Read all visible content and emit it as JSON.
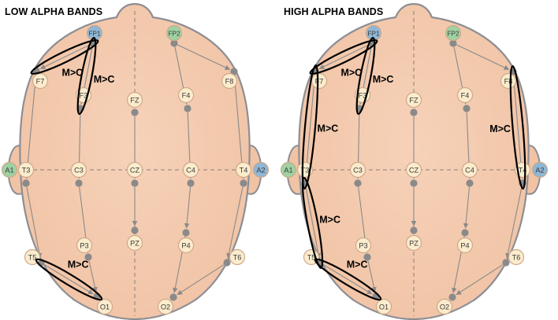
{
  "panels": [
    {
      "title": "LOW ALPHA BANDS",
      "annotations": [
        {
          "label": "M>C",
          "from": "FP1",
          "to": "F7"
        },
        {
          "label": "M>C",
          "from": "FP1",
          "to": "F3"
        },
        {
          "label": "M>C",
          "from": "T5",
          "to": "O1"
        }
      ]
    },
    {
      "title": "HIGH ALPHA BANDS",
      "annotations": [
        {
          "label": "M>C",
          "from": "FP1",
          "to": "F7"
        },
        {
          "label": "M>C",
          "from": "FP1",
          "to": "F3"
        },
        {
          "label": "M>C",
          "from": "F7",
          "to": "T3"
        },
        {
          "label": "M>C",
          "from": "T3",
          "to": "T5"
        },
        {
          "label": "M>C",
          "from": "T5",
          "to": "O1"
        },
        {
          "label": "M>C",
          "from": "F8",
          "to": "T4"
        }
      ]
    }
  ],
  "electrodes": [
    {
      "label": "FP1",
      "kind": "blue"
    },
    {
      "label": "FP2",
      "kind": "green"
    },
    {
      "label": "F7",
      "kind": "plain"
    },
    {
      "label": "F3",
      "kind": "plain"
    },
    {
      "label": "FZ",
      "kind": "plain"
    },
    {
      "label": "F4",
      "kind": "plain"
    },
    {
      "label": "F8",
      "kind": "plain"
    },
    {
      "label": "A1",
      "kind": "green"
    },
    {
      "label": "T3",
      "kind": "plain"
    },
    {
      "label": "C3",
      "kind": "plain"
    },
    {
      "label": "CZ",
      "kind": "plain"
    },
    {
      "label": "C4",
      "kind": "plain"
    },
    {
      "label": "T4",
      "kind": "plain"
    },
    {
      "label": "A2",
      "kind": "blue"
    },
    {
      "label": "P3",
      "kind": "plain"
    },
    {
      "label": "PZ",
      "kind": "plain"
    },
    {
      "label": "P4",
      "kind": "plain"
    },
    {
      "label": "T5",
      "kind": "plain"
    },
    {
      "label": "T6",
      "kind": "plain"
    },
    {
      "label": "O1",
      "kind": "plain"
    },
    {
      "label": "O2",
      "kind": "plain"
    }
  ],
  "colors": {
    "head_fill": "#f1c3a5",
    "head_outline": "#8e8e94",
    "electrode_fill": "#fbeccd",
    "electrode_stroke": "#cfa98a",
    "blue_electrode": "#8fb6d4",
    "green_electrode": "#9fd1a2",
    "contact_dot": "#8a8a8a",
    "arrow": "#8a8a8a",
    "midline": "#8a7e78",
    "annotation": "#000000"
  }
}
